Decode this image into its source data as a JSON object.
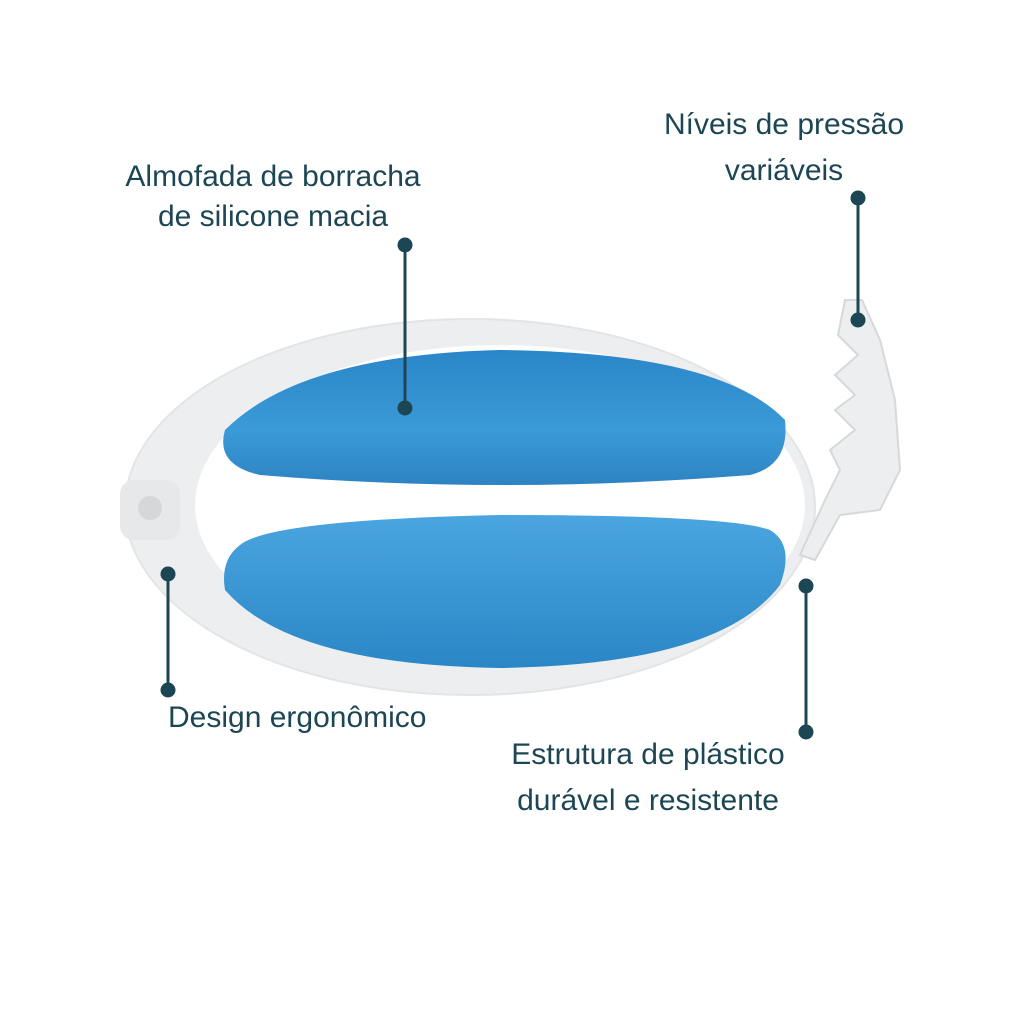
{
  "labels": {
    "pad": {
      "line1": "Almofada de borracha",
      "line2": "de silicone macia"
    },
    "pressure": {
      "line1": "Níveis de pressão",
      "line2": "variáveis"
    },
    "ergonomic": {
      "line1": "Design ergonômico"
    },
    "structure": {
      "line1": "Estrutura de plástico",
      "line2": "durável e resistente"
    }
  },
  "colors": {
    "text": "#1d4654",
    "pad_blue": "#2e8fd0",
    "frame": "#f1f2f3"
  }
}
